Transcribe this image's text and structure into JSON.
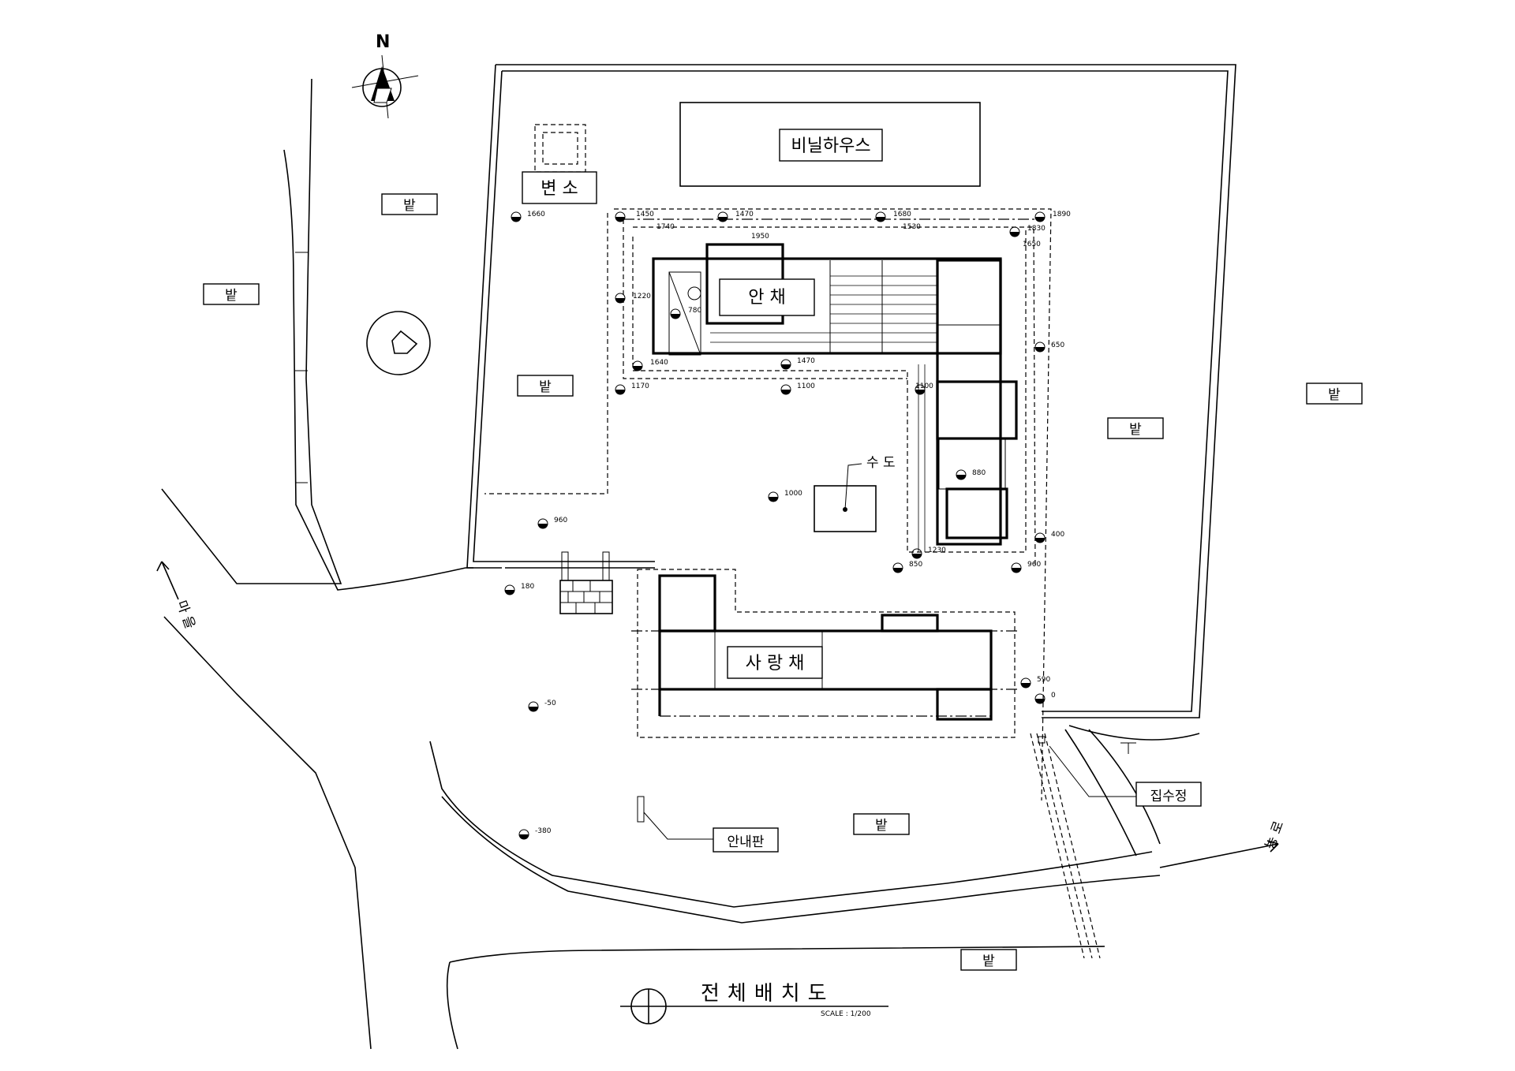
{
  "drawing": {
    "north_label": "N",
    "title": "전체배치도",
    "scale": "SCALE : 1/200"
  },
  "buildings": {
    "greenhouse": "비닐하우스",
    "toilet": "변  소",
    "inner_house": "안  채",
    "sarang_house": "사 랑 채",
    "water_tap": "수 도"
  },
  "fields": {
    "field_label": "밭"
  },
  "callouts": {
    "sump": "집수정",
    "sign_board": "안내판"
  },
  "roads": {
    "village": "마 을",
    "road": "농 로"
  },
  "elevations": [
    "1660",
    "1450",
    "1740",
    "1470",
    "1950",
    "1530",
    "1680",
    "1890",
    "1830",
    "1650",
    "1220",
    "780",
    "1470",
    "1170",
    "1100",
    "1100",
    "1640",
    "650",
    "1000",
    "960",
    "180",
    "880",
    "1230",
    "850",
    "960",
    "400",
    "-50",
    "590",
    "0",
    "-380"
  ]
}
